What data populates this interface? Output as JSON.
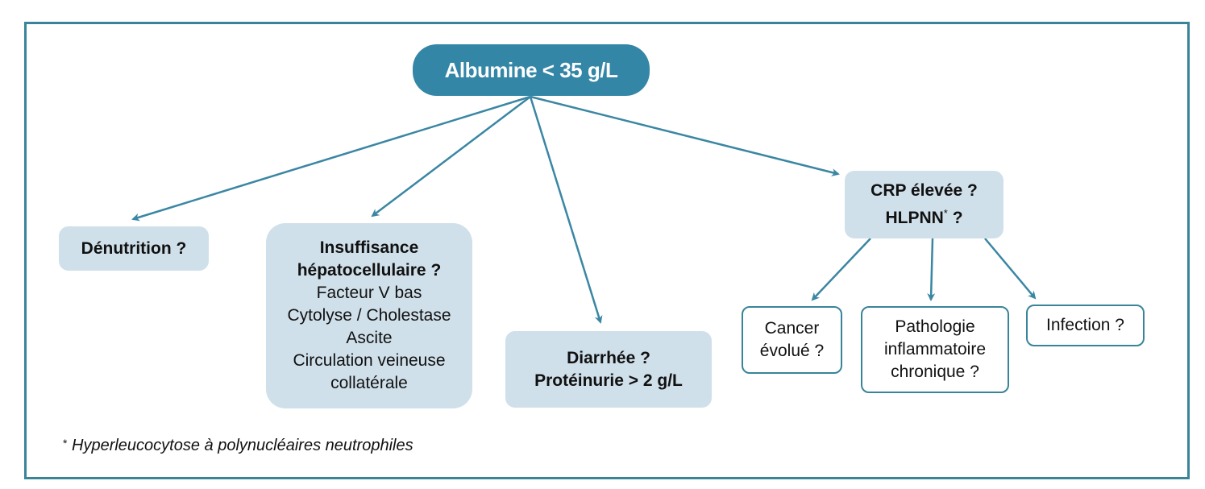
{
  "diagram": {
    "root": {
      "label": "Albumine < 35 g/L"
    },
    "branches": [
      {
        "id": "denutrition",
        "title": "Dénutrition ?",
        "details": []
      },
      {
        "id": "insuffisance",
        "title_lines": [
          "Insuffisance",
          "hépatocellulaire ?"
        ],
        "details": [
          "Facteur V bas",
          "Cytolyse / Cholestase",
          "Ascite",
          "Circulation veineuse",
          "collatérale"
        ]
      },
      {
        "id": "diarrhee",
        "title_lines": [
          "Diarrhée ?",
          "Protéinurie > 2 g/L"
        ]
      },
      {
        "id": "crp",
        "title_lines": [
          "CRP élevée ?",
          "HLPNN"
        ],
        "title_suffix": " ?",
        "footnote_marker": "*",
        "children": [
          {
            "id": "cancer",
            "lines": [
              "Cancer",
              "évolué ?"
            ]
          },
          {
            "id": "pathologie",
            "lines": [
              "Pathologie",
              "inflammatoire",
              "chronique ?"
            ]
          },
          {
            "id": "infection",
            "lines": [
              "Infection ?"
            ]
          }
        ]
      }
    ],
    "footnote": {
      "marker": "*",
      "text": "Hyperleucocytose à polynucléaires neutrophiles"
    }
  },
  "colors": {
    "accent": "#3386a6",
    "border": "#3a8499",
    "box_fill": "#d0e0ea"
  }
}
